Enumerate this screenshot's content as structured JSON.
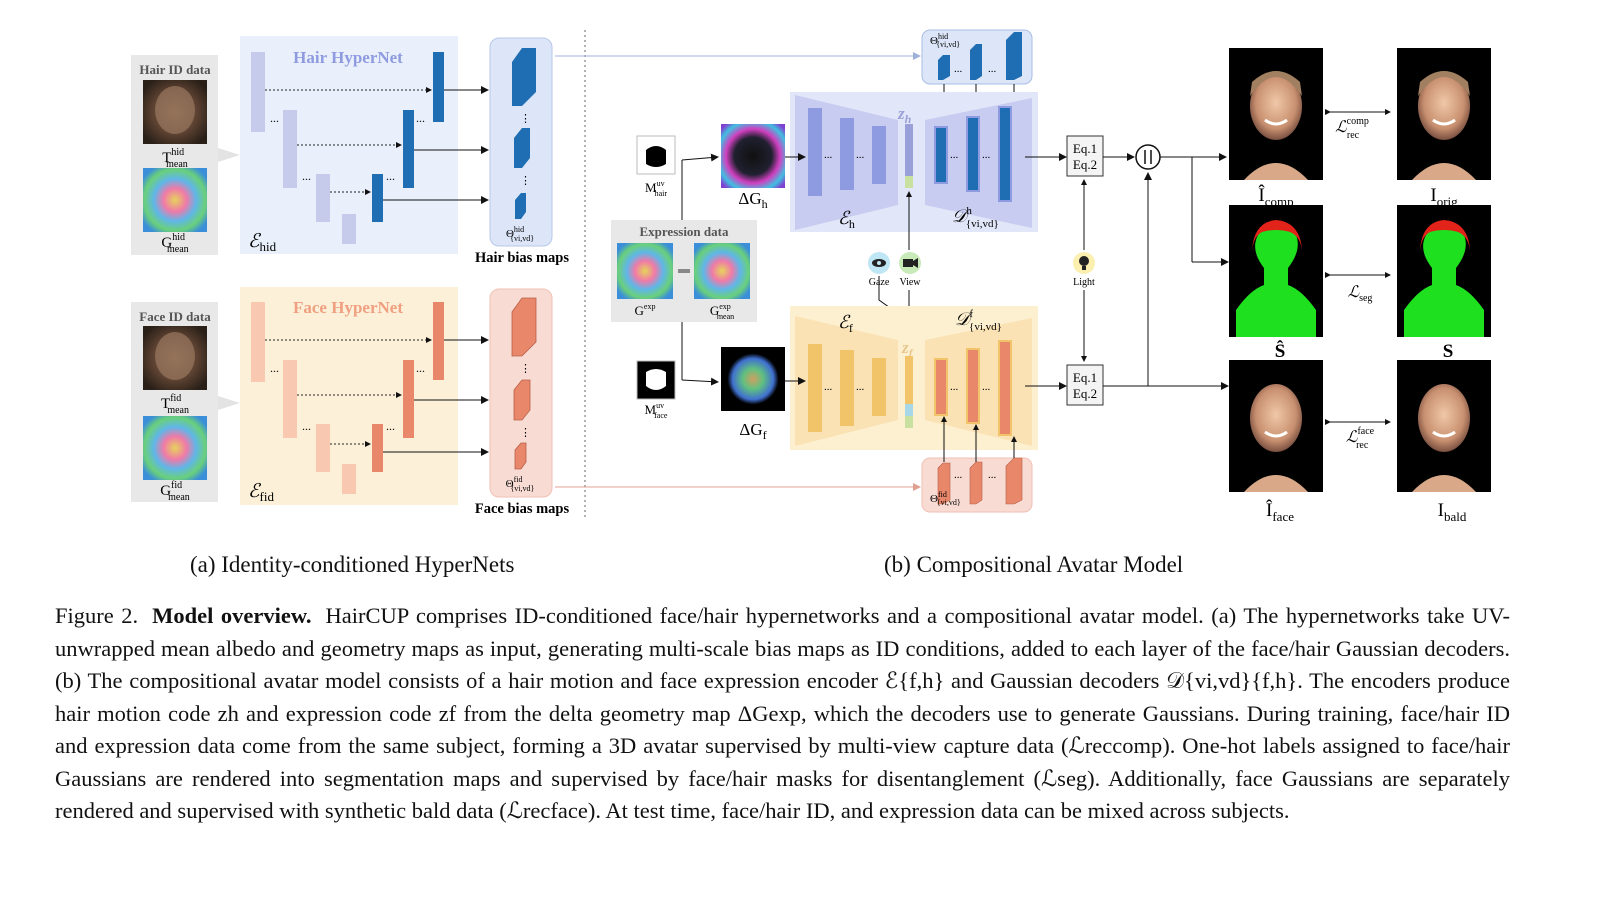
{
  "figure": {
    "hair_id_title": "Hair ID data",
    "face_id_title": "Face ID data",
    "hair_hypernet_title": "Hair HyperNet",
    "face_hypernet_title": "Face HyperNet",
    "hair_bias_label": "Hair bias maps",
    "face_bias_label": "Face bias maps",
    "expression_title": "Expression data",
    "gaze_label": "Gaze",
    "view_label": "View",
    "light_label": "Light",
    "eq1": "Eq.1",
    "eq2": "Eq.2",
    "ellipsis": "...",
    "colors": {
      "hair_panel": "#e6edfa",
      "face_panel": "#fcf0d9",
      "hair_block": "#1f6db3",
      "face_block": "#e8876a",
      "hair_encoder": "#8f9be0",
      "face_encoder": "#f2c46a",
      "hair_mask": "#e2231a",
      "body_mask": "#1ee01e"
    }
  },
  "subcaptions": {
    "a": "(a) Identity-conditioned HyperNets",
    "b": "(b) Compositional Avatar Model"
  },
  "caption": {
    "figure_number": "Figure 2.",
    "title": "Model overview.",
    "body": "HairCUP comprises ID-conditioned face/hair hypernetworks and a compositional avatar model. (a) The hypernetworks take UV-unwrapped mean albedo and geometry maps as input, generating multi-scale bias maps as ID conditions, added to each layer of the face/hair Gaussian decoders. (b) The compositional avatar model consists of a hair motion and face expression encoder ℰ{f,h} and Gaussian decoders 𝒟{vi,vd}{f,h}. The encoders produce hair motion code zh and expression code zf from the delta geometry map ΔGexp, which the decoders use to generate Gaussians. During training, face/hair ID and expression data come from the same subject, forming a 3D avatar supervised by multi-view capture data (ℒreccomp). One-hot labels assigned to face/hair Gaussians are rendered into segmentation maps and supervised by face/hair masks for disentanglement (ℒseg). Additionally, face Gaussians are separately rendered and supervised with synthetic bald data (ℒrecface). At test time, face/hair ID, and expression data can be mixed across subjects."
  }
}
